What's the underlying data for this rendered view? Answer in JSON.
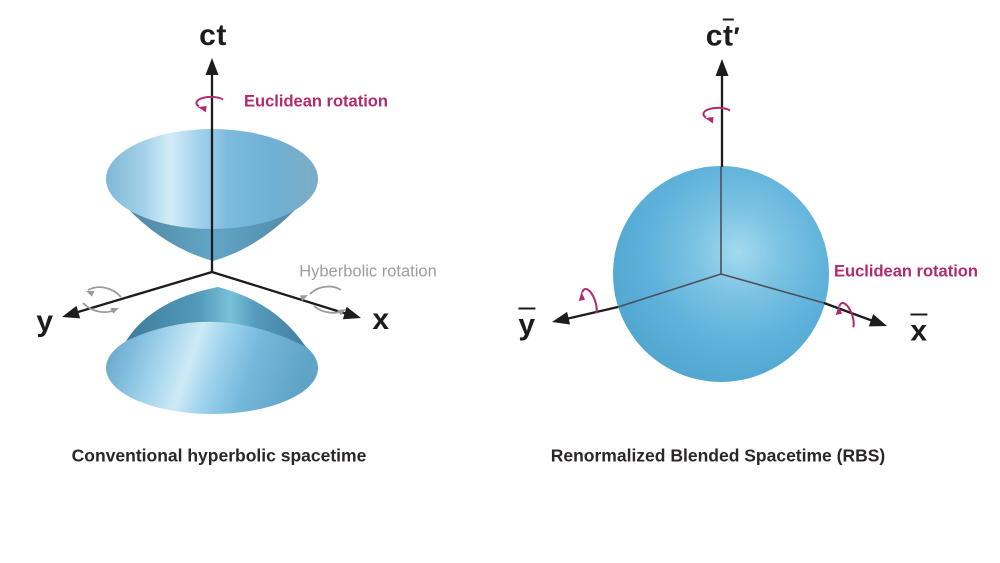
{
  "colors": {
    "accent_magenta": "#b12a6e",
    "muted_gray": "#9b9b9b",
    "ink": "#231f20",
    "surface_blue": "#55aed8"
  },
  "left_panel": {
    "time_axis_label": "ct",
    "x_axis_label": "x",
    "y_axis_label": "y",
    "euclidean_rotation_label": "Euclidean rotation",
    "hyperbolic_rotation_label": "Hyberbolic rotation",
    "caption": "Conventional hyperbolic spacetime"
  },
  "right_panel": {
    "time_axis_label": {
      "c": "c",
      "t_bar": "t",
      "prime": "′"
    },
    "x_axis_label": "x",
    "y_axis_label": "y",
    "euclidean_rotation_label": "Euclidean rotation",
    "caption": "Renormalized Blended Spacetime (RBS)"
  }
}
